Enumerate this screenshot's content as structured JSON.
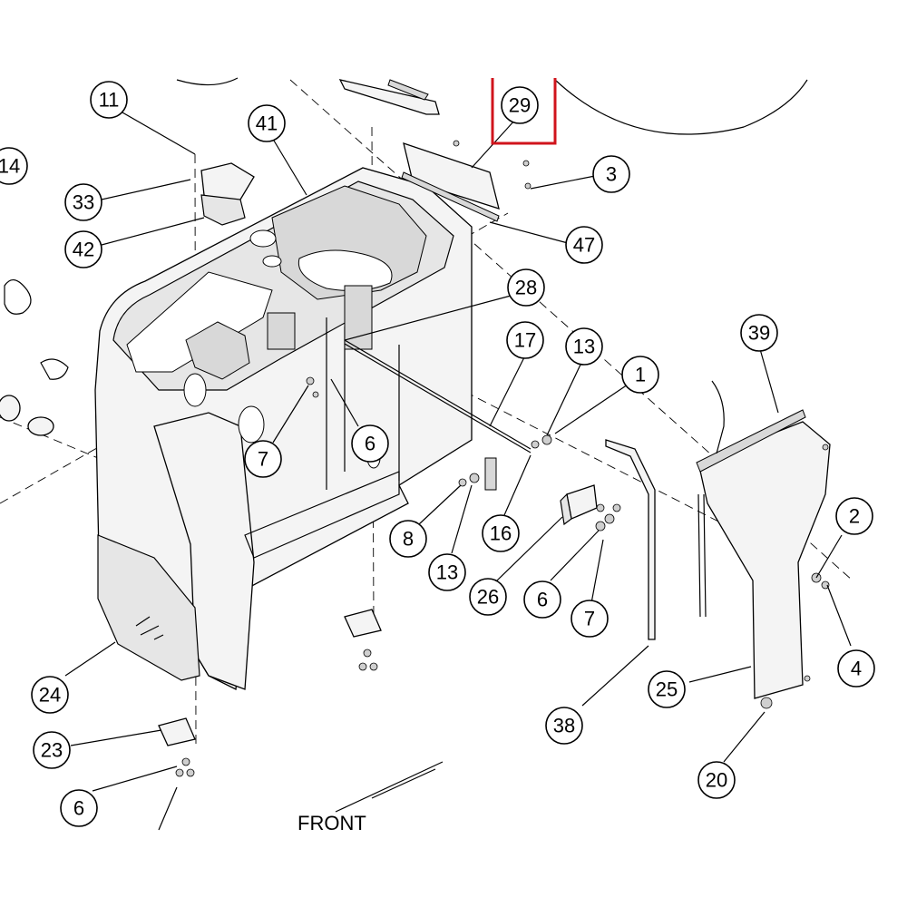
{
  "diagram": {
    "front_label": "FRONT",
    "callouts": [
      {
        "label": "11"
      },
      {
        "label": "14"
      },
      {
        "label": "33"
      },
      {
        "label": "42"
      },
      {
        "label": "41"
      },
      {
        "label": "29"
      },
      {
        "label": "3"
      },
      {
        "label": "47"
      },
      {
        "label": "28"
      },
      {
        "label": "17"
      },
      {
        "label": "13"
      },
      {
        "label": "1"
      },
      {
        "label": "39"
      },
      {
        "label": "7"
      },
      {
        "label": "6"
      },
      {
        "label": "8"
      },
      {
        "label": "13"
      },
      {
        "label": "16"
      },
      {
        "label": "26"
      },
      {
        "label": "6"
      },
      {
        "label": "7"
      },
      {
        "label": "2"
      },
      {
        "label": "4"
      },
      {
        "label": "25"
      },
      {
        "label": "38"
      },
      {
        "label": "20"
      },
      {
        "label": "24"
      },
      {
        "label": "23"
      },
      {
        "label": "6"
      }
    ],
    "highlight_color": "#d0141c"
  }
}
